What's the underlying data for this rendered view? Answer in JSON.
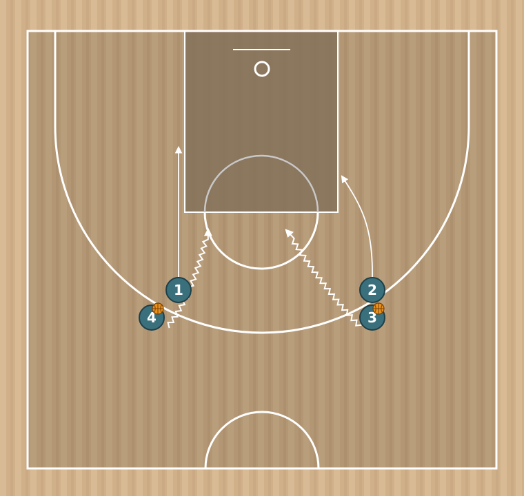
{
  "colors": {
    "wood": "#d4b58e",
    "court_floor": "#b89c78",
    "paint": "#8a7357",
    "lines": "#ffffff",
    "player_fill": "#3a6f7c",
    "player_stroke": "#1e3f48",
    "ball": "#e8921c"
  },
  "players": [
    {
      "number": "1",
      "has_ball": false
    },
    {
      "number": "2",
      "has_ball": false
    },
    {
      "number": "3",
      "has_ball": true
    },
    {
      "number": "4",
      "has_ball": true
    }
  ],
  "actions": [
    {
      "type": "cut",
      "player": "1"
    },
    {
      "type": "cut",
      "player": "2"
    },
    {
      "type": "dribble",
      "player": "4"
    },
    {
      "type": "dribble",
      "player": "3"
    }
  ]
}
